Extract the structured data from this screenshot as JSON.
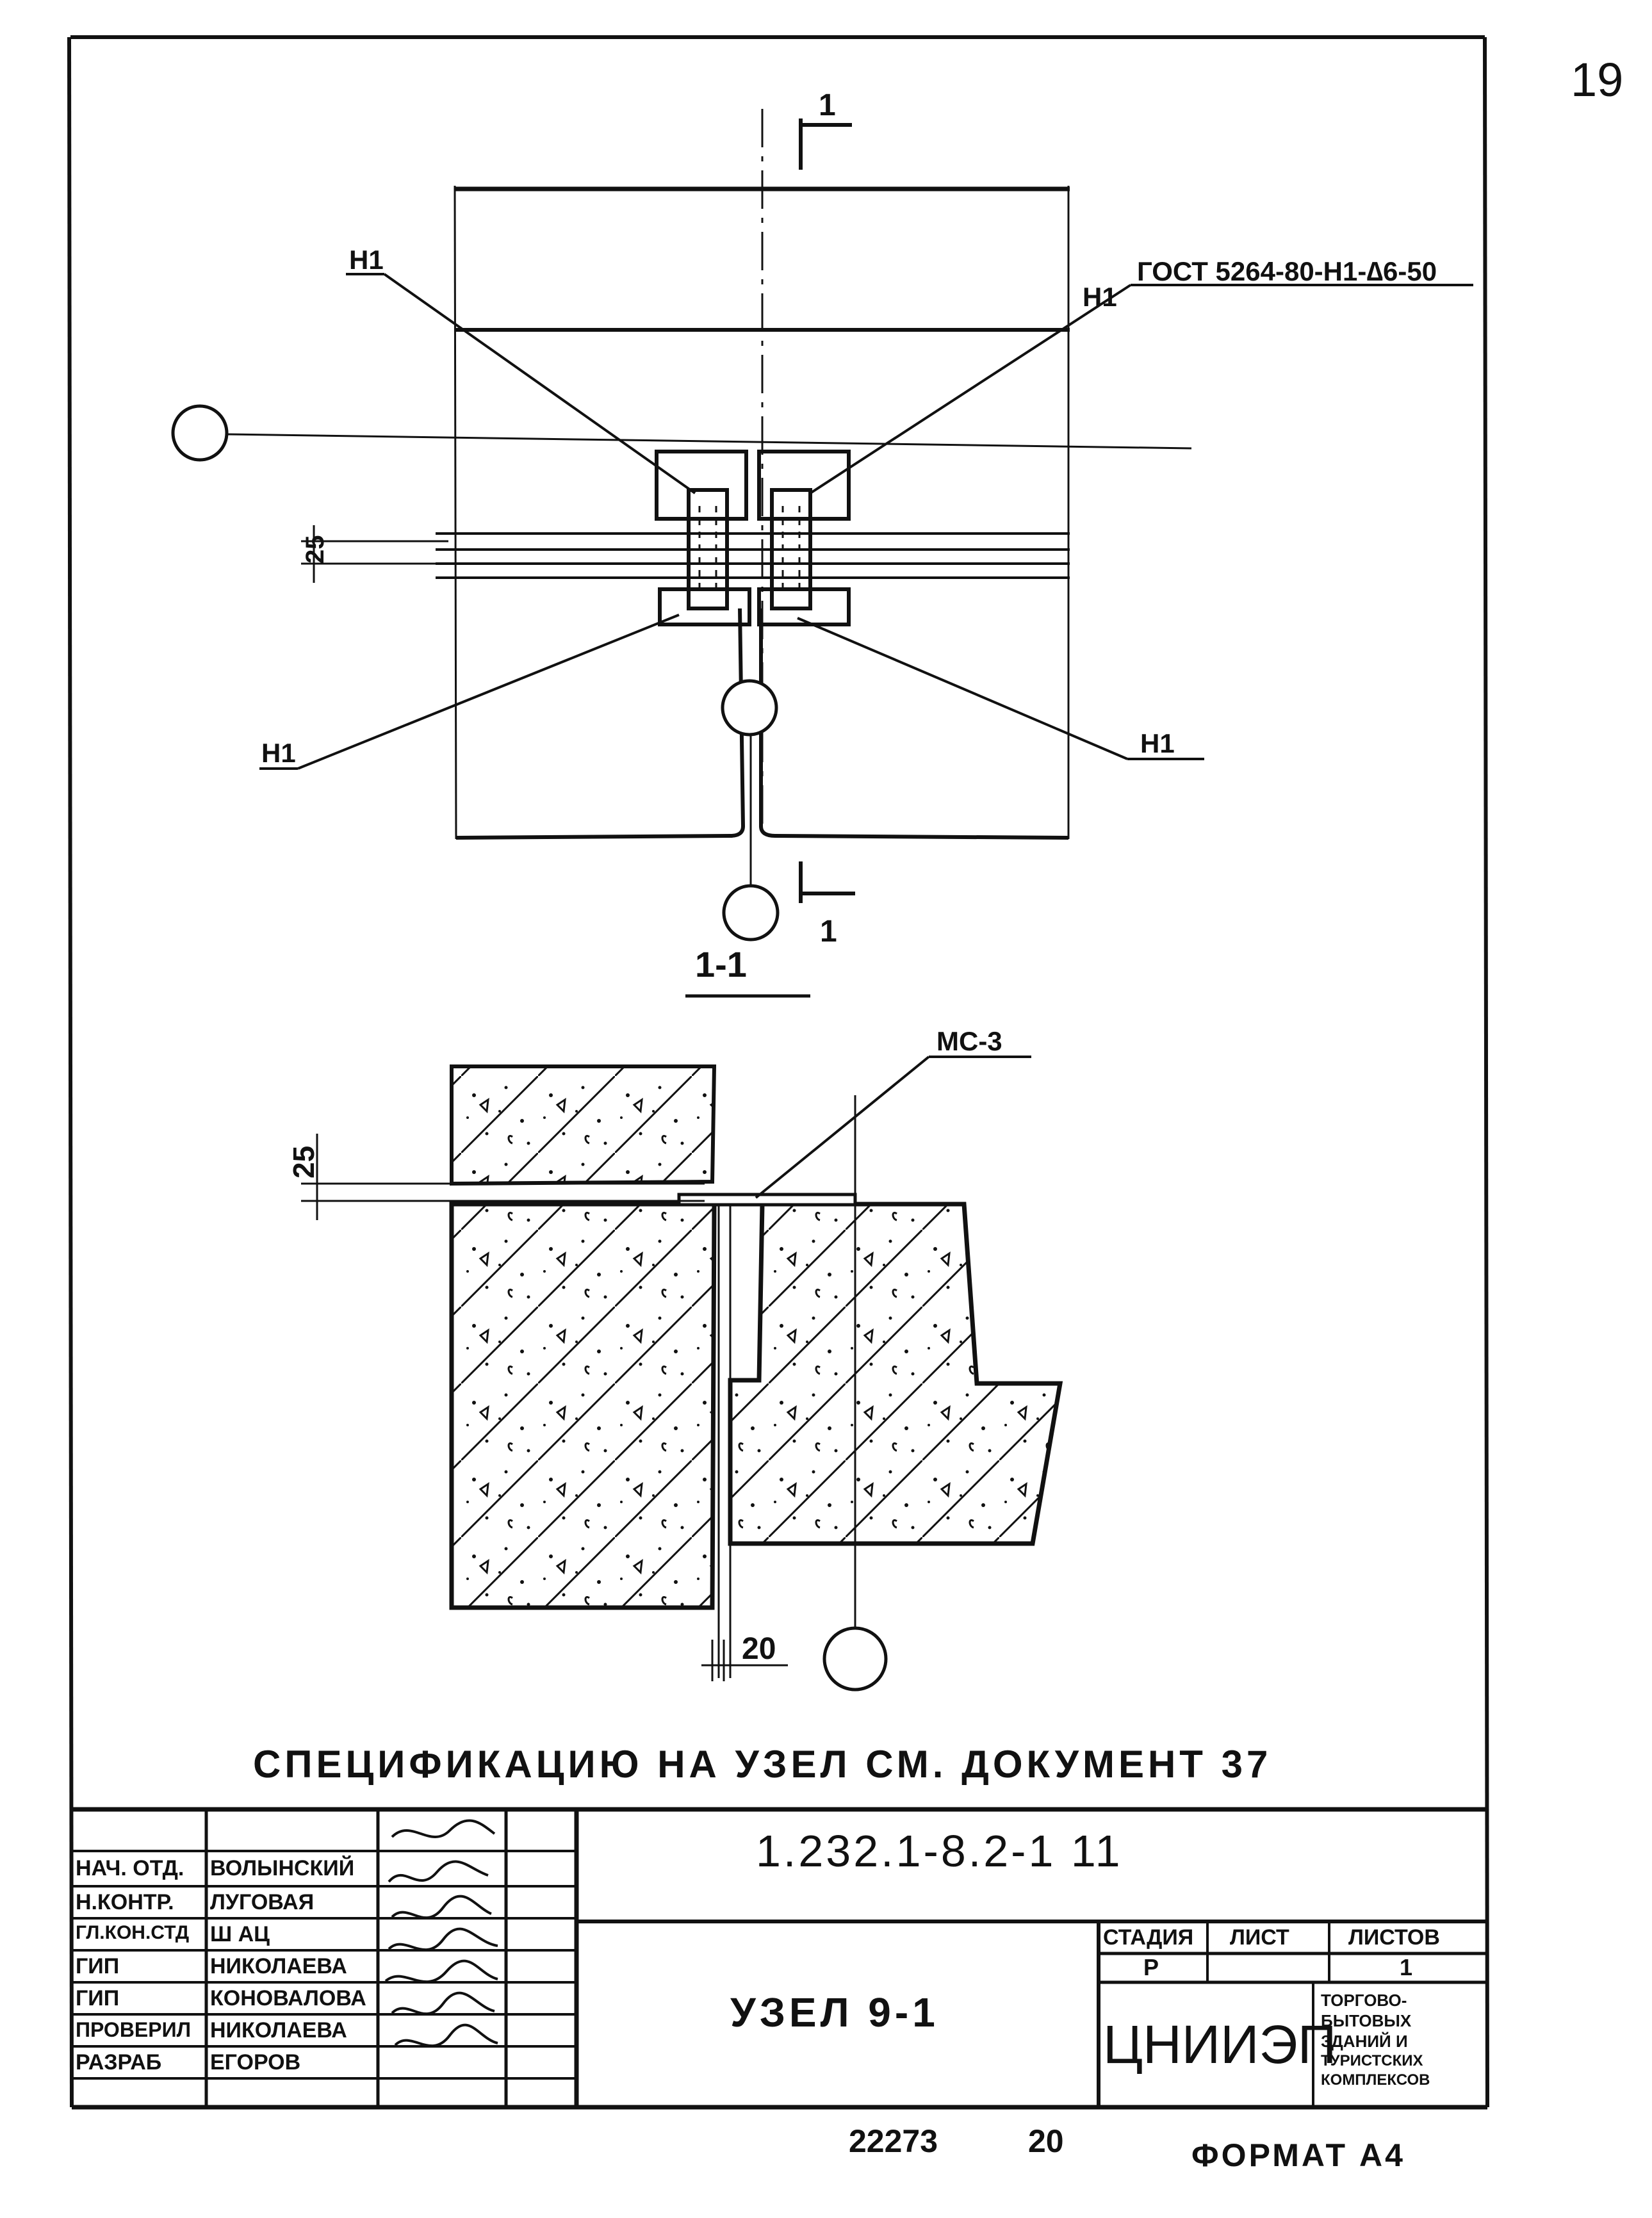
{
  "page_number": "19",
  "plan": {
    "section_mark": "1",
    "gost_note": "ГОСТ 5264-80-Н1-∆6-50",
    "weld_labels": [
      "Н1",
      "Н1",
      "Н1",
      "Н1"
    ],
    "dim_gap": "25"
  },
  "section": {
    "title": "1-1",
    "insert_label": "МС-3",
    "dim_gap": "25",
    "dim_joint": "20"
  },
  "spec_note": "СПЕЦИФИКАЦИЮ НА УЗЕЛ СМ. ДОКУМЕНТ 37",
  "title_block": {
    "document_code": "1.232.1-8.2-1 11",
    "node_name": "УЗЕЛ 9-1",
    "roles": [
      {
        "role": "НАЧ. ОТД.",
        "name": "ВОЛЫНСКИЙ"
      },
      {
        "role": "Н.КОНТР.",
        "name": "ЛУГОВАЯ"
      },
      {
        "role": "ГЛ.КОН.СТД",
        "name": "Ш АЦ"
      },
      {
        "role": "ГИП",
        "name": "НИКОЛАЕВА"
      },
      {
        "role": "ГИП",
        "name": "КОНОВАЛОВА"
      },
      {
        "role": "ПРОВЕРИЛ",
        "name": "НИКОЛАЕВА"
      },
      {
        "role": "РАЗРАБ",
        "name": "ЕГОРОВ"
      }
    ],
    "stage_header": "СТАДИЯ",
    "sheet_header": "ЛИСТ",
    "sheets_header": "ЛИСТОВ",
    "stage_value": "Р",
    "sheets_value": "1",
    "org_name": "ЦНИИЭП",
    "org_subtitle": [
      "ТОРГОВО-",
      "БЫТОВЫХ",
      "ЗДАНИЙ И",
      "ТУРИСТСКИХ",
      "КОМПЛЕКСОВ"
    ]
  },
  "footer": {
    "inventory": "22273",
    "copy": "20",
    "format": "ФОРМАТ А4"
  }
}
